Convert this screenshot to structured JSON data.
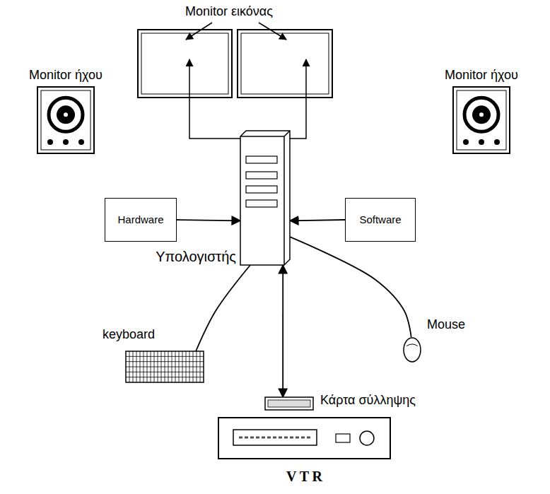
{
  "diagram": {
    "nodes": [
      {
        "text": [
          "Monitor ήχου"
        ]
      },
      {
        "text": [
          "Monitor ήχου"
        ]
      },
      {
        "text": [
          "Hardware"
        ]
      },
      {
        "text": [
          "Software"
        ]
      },
      {
        "text": [
          "Υπολογιστής"
        ]
      },
      {
        "text": [
          "keyboard"
        ]
      },
      {
        "text": [
          "Mouse"
        ]
      },
      {
        "text": [
          "Κάρτα σύλληψης"
        ]
      },
      {
        "text": [
          "V T R"
        ]
      }
    ],
    "edges": [
      {
        "from": 2,
        "to": 4,
        "arrow": "to"
      },
      {
        "from": 3,
        "to": 4,
        "arrow": "to"
      },
      {
        "from": 5,
        "to": 4,
        "arrow": "none"
      },
      {
        "from": 6,
        "to": 4,
        "arrow": "none"
      },
      {
        "from": 4,
        "to": 7,
        "arrow": "both"
      }
    ],
    "labels": [
      "Monitor εικόνας"
    ]
  }
}
